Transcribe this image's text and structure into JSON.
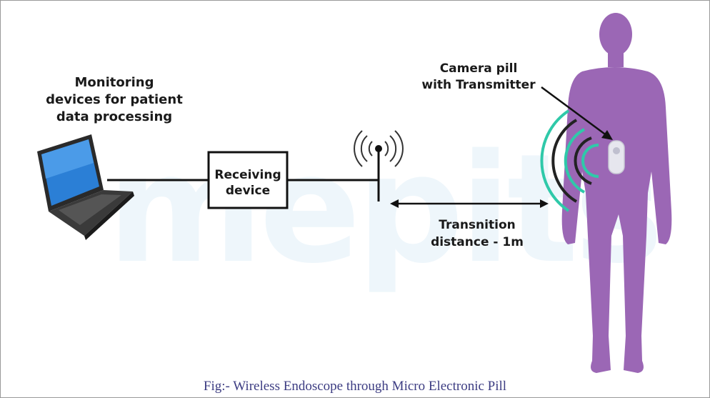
{
  "figure": {
    "watermark": "mepits",
    "labels": {
      "monitoring": [
        "Monitoring",
        "devices for patient",
        "data processing"
      ],
      "receiver": [
        "Receiving",
        "device"
      ],
      "camera_pill": [
        "Camera pill",
        "with Transmitter"
      ],
      "distance": [
        "Transnition",
        "distance - 1m"
      ]
    },
    "caption": "Fig:- Wireless Endoscope through Micro Electronic Pill"
  },
  "colors": {
    "body": "#9b67b5",
    "wave_teal": "#2fc9a9",
    "wave_dark": "#222222",
    "caption": "#3c3c82"
  },
  "icons": [
    "laptop-icon",
    "antenna-icon",
    "human-body-figure",
    "camera-pill-icon"
  ]
}
